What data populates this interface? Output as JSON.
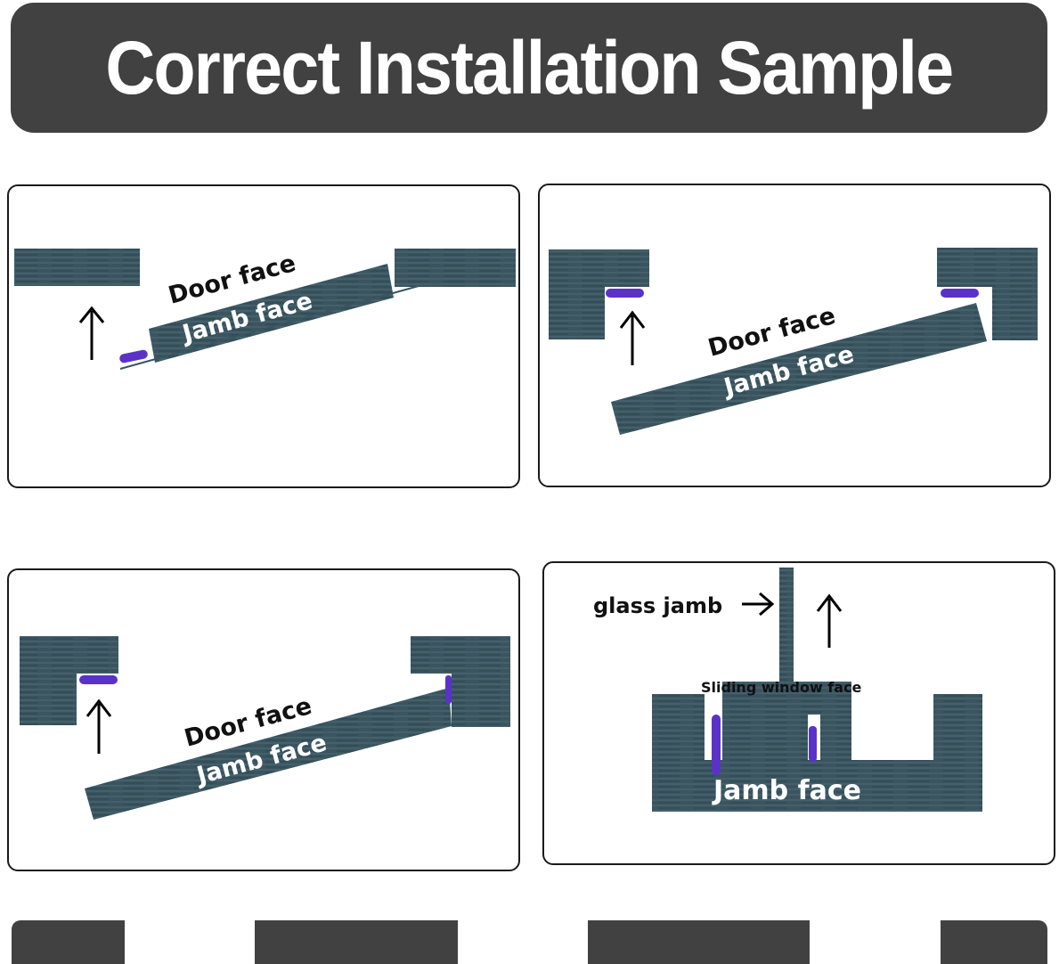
{
  "title": "Correct Installation Sample",
  "colors": {
    "banner": "#414141",
    "wood": "#3a5560",
    "seal": "#5a32c8",
    "border": "#1a1a1a"
  },
  "panels": [
    {
      "id": 1,
      "door_label": "Door face",
      "jamb_label": "Jamb face",
      "arrow": "up-arrow"
    },
    {
      "id": 2,
      "door_label": "Door face",
      "jamb_label": "Jamb face",
      "arrow": "up-arrow"
    },
    {
      "id": 3,
      "door_label": "Door face",
      "jamb_label": "Jamb face",
      "arrow": "up-arrow"
    },
    {
      "id": 4,
      "glass_label": "glass jamb",
      "sliding_label": "Sliding window face",
      "jamb_label": "Jamb face",
      "arrow": "up-arrow"
    }
  ],
  "footer_bars": 4
}
